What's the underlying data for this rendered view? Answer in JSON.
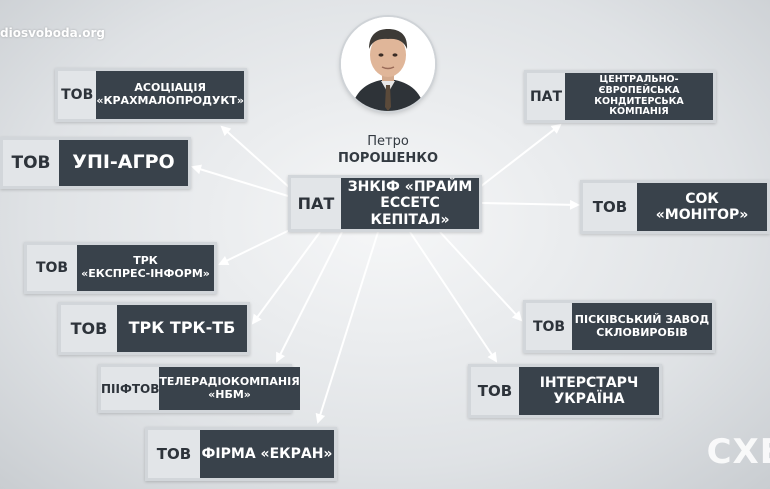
{
  "source_site": "diosvoboda.org",
  "brand_mark": "СХЕ",
  "person": {
    "first_name": "Петро",
    "last_name": "ПОРОШЕНКО"
  },
  "hub": {
    "type": "ПАТ",
    "name": "ЗНКІФ «ПРАЙМ\nЕССЕТС КЕПІТАЛ»"
  },
  "companies": [
    {
      "id": "krakhmal",
      "type": "ТОВ",
      "name": "АСОЦІАЦІЯ\n«КРАХМАЛОПРОДУКТ»"
    },
    {
      "id": "upi",
      "type": "ТОВ",
      "name": "УПІ-АГРО"
    },
    {
      "id": "ekspres",
      "type": "ТОВ",
      "name": "ТРК\n«ЕКСПРЕС-ІНФОРМ»"
    },
    {
      "id": "trktb",
      "type": "ТОВ",
      "name": "ТРК ТРК-ТБ"
    },
    {
      "id": "nbm",
      "type": "ПІІФТОВ",
      "name": "ТЕЛЕРАДІОКОМПАНІЯ\n«НБМ»"
    },
    {
      "id": "ekran",
      "type": "ТОВ",
      "name": "ФІРМА «ЕКРАН»"
    },
    {
      "id": "konditer",
      "type": "ПАТ",
      "name": "ЦЕНТРАЛЬНО-ЄВРОПЕЙСЬКА\nКОНДИТЕРСЬКА КОМПАНІЯ"
    },
    {
      "id": "monitor",
      "type": "ТОВ",
      "name": "СОК «МОНІТОР»"
    },
    {
      "id": "pisky",
      "type": "ТОВ",
      "name": "ПІСКІВСЬКИЙ ЗАВОД\nСКЛОВИРОБІВ"
    },
    {
      "id": "interstarch",
      "type": "ТОВ",
      "name": "ІНТЕРСТАРЧ\nУКРАЇНА"
    }
  ]
}
